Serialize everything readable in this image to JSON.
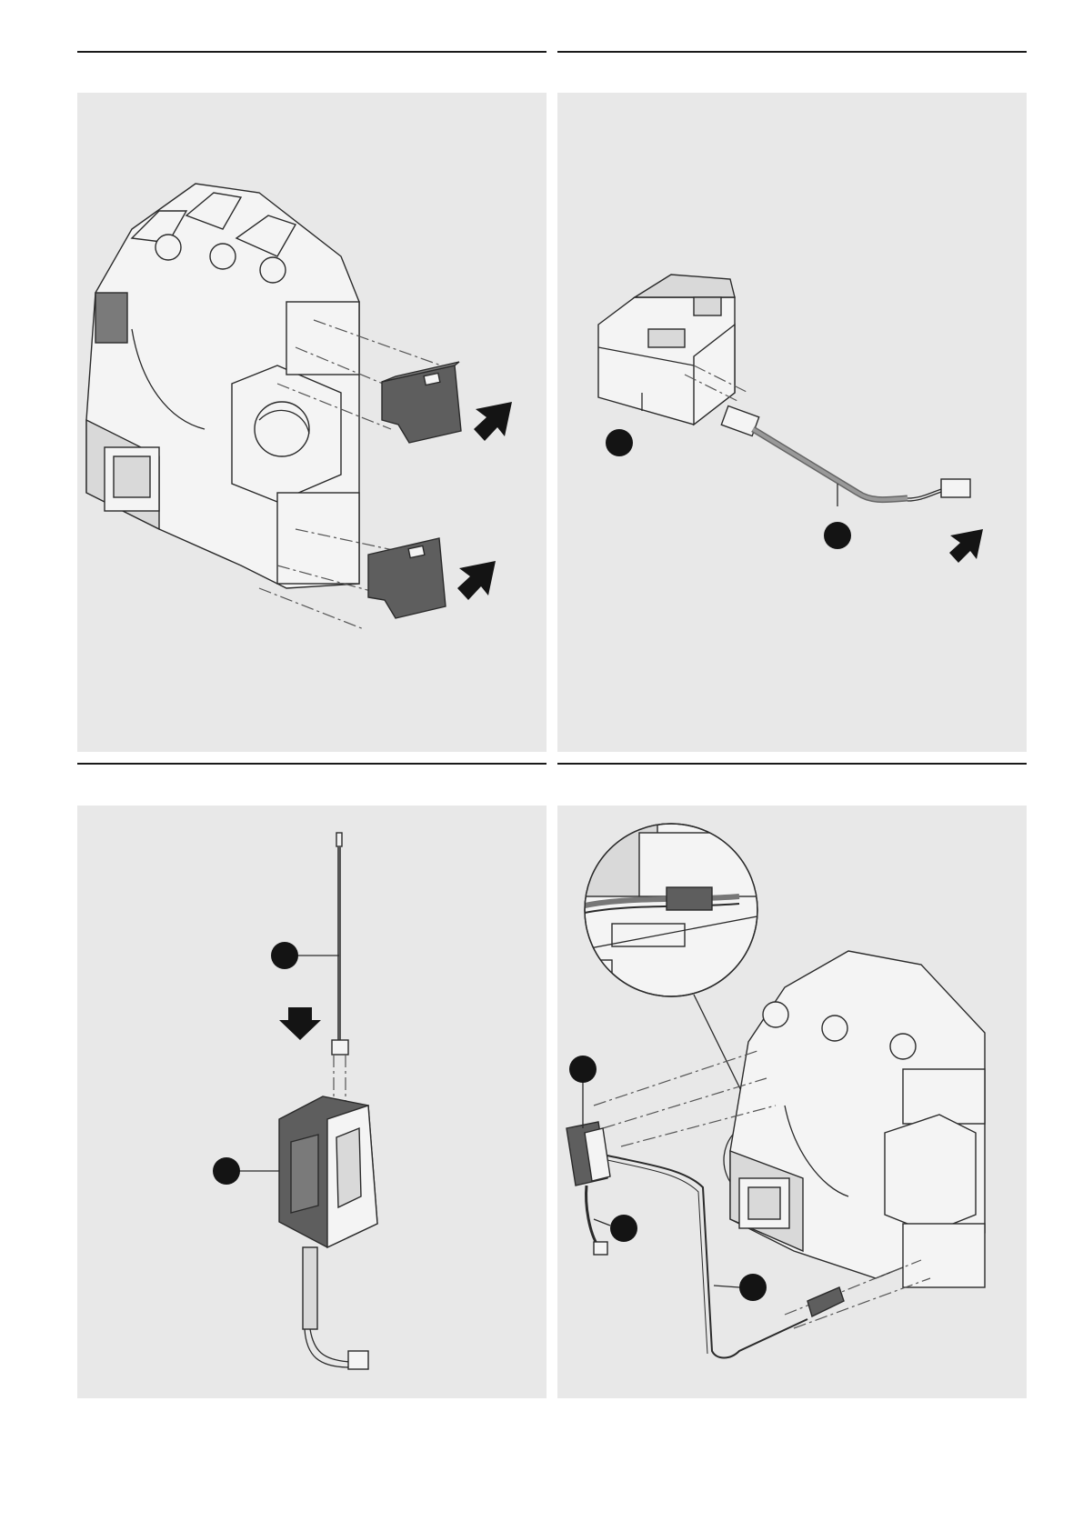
{
  "page": {
    "background": "#ffffff",
    "panel_background": "#e8e8e8",
    "rule_color": "#1a1a1a"
  },
  "panels": [
    {
      "id": "top-left",
      "content": "breaker-with-two-terminal-covers"
    },
    {
      "id": "top-right",
      "content": "module-with-cable-connector"
    },
    {
      "id": "bottom-left",
      "content": "module-with-vertical-cable"
    },
    {
      "id": "bottom-right",
      "content": "breaker-with-magnified-connector-detail"
    }
  ],
  "icons": [
    "insert-arrow-icon",
    "down-arrow-icon",
    "callout-marker-icon",
    "magnifier-detail-icon"
  ]
}
